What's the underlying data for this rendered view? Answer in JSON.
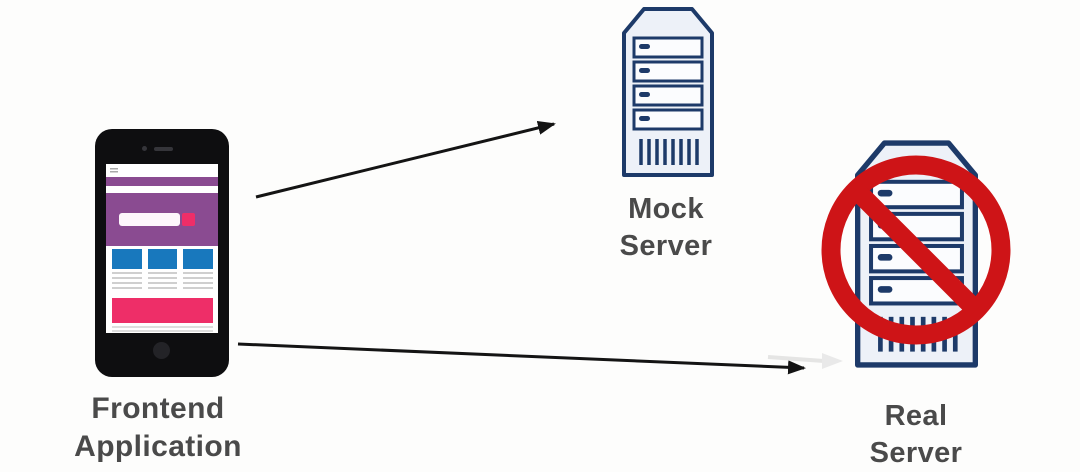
{
  "diagram": {
    "nodes": {
      "frontend": {
        "icon": "smartphone-icon",
        "label_line1": "Frontend",
        "label_line2": "Application"
      },
      "mock": {
        "icon": "server-icon",
        "label_line1": "Mock",
        "label_line2": "Server"
      },
      "real": {
        "icon": "server-icon",
        "overlay_icon": "prohibition-icon",
        "label_line1": "Real",
        "label_line2": "Server"
      }
    },
    "edges": [
      {
        "from": "frontend-application",
        "to": "mock-server",
        "style": "solid-arrow"
      },
      {
        "from": "frontend-application",
        "to": "real-server",
        "style": "solid-arrow",
        "status": "blocked"
      }
    ]
  },
  "colors": {
    "navy": "#1d3a69",
    "server_fill": "#edf1f8",
    "bay_fill": "#fbfcfe",
    "red": "#ce1417",
    "purple": "#8a4b91",
    "pink": "#ee2e68",
    "blue": "#1878bd",
    "label_text": "#4a4a4a",
    "arrow": "#141414",
    "phone_black": "#0e0e10"
  }
}
